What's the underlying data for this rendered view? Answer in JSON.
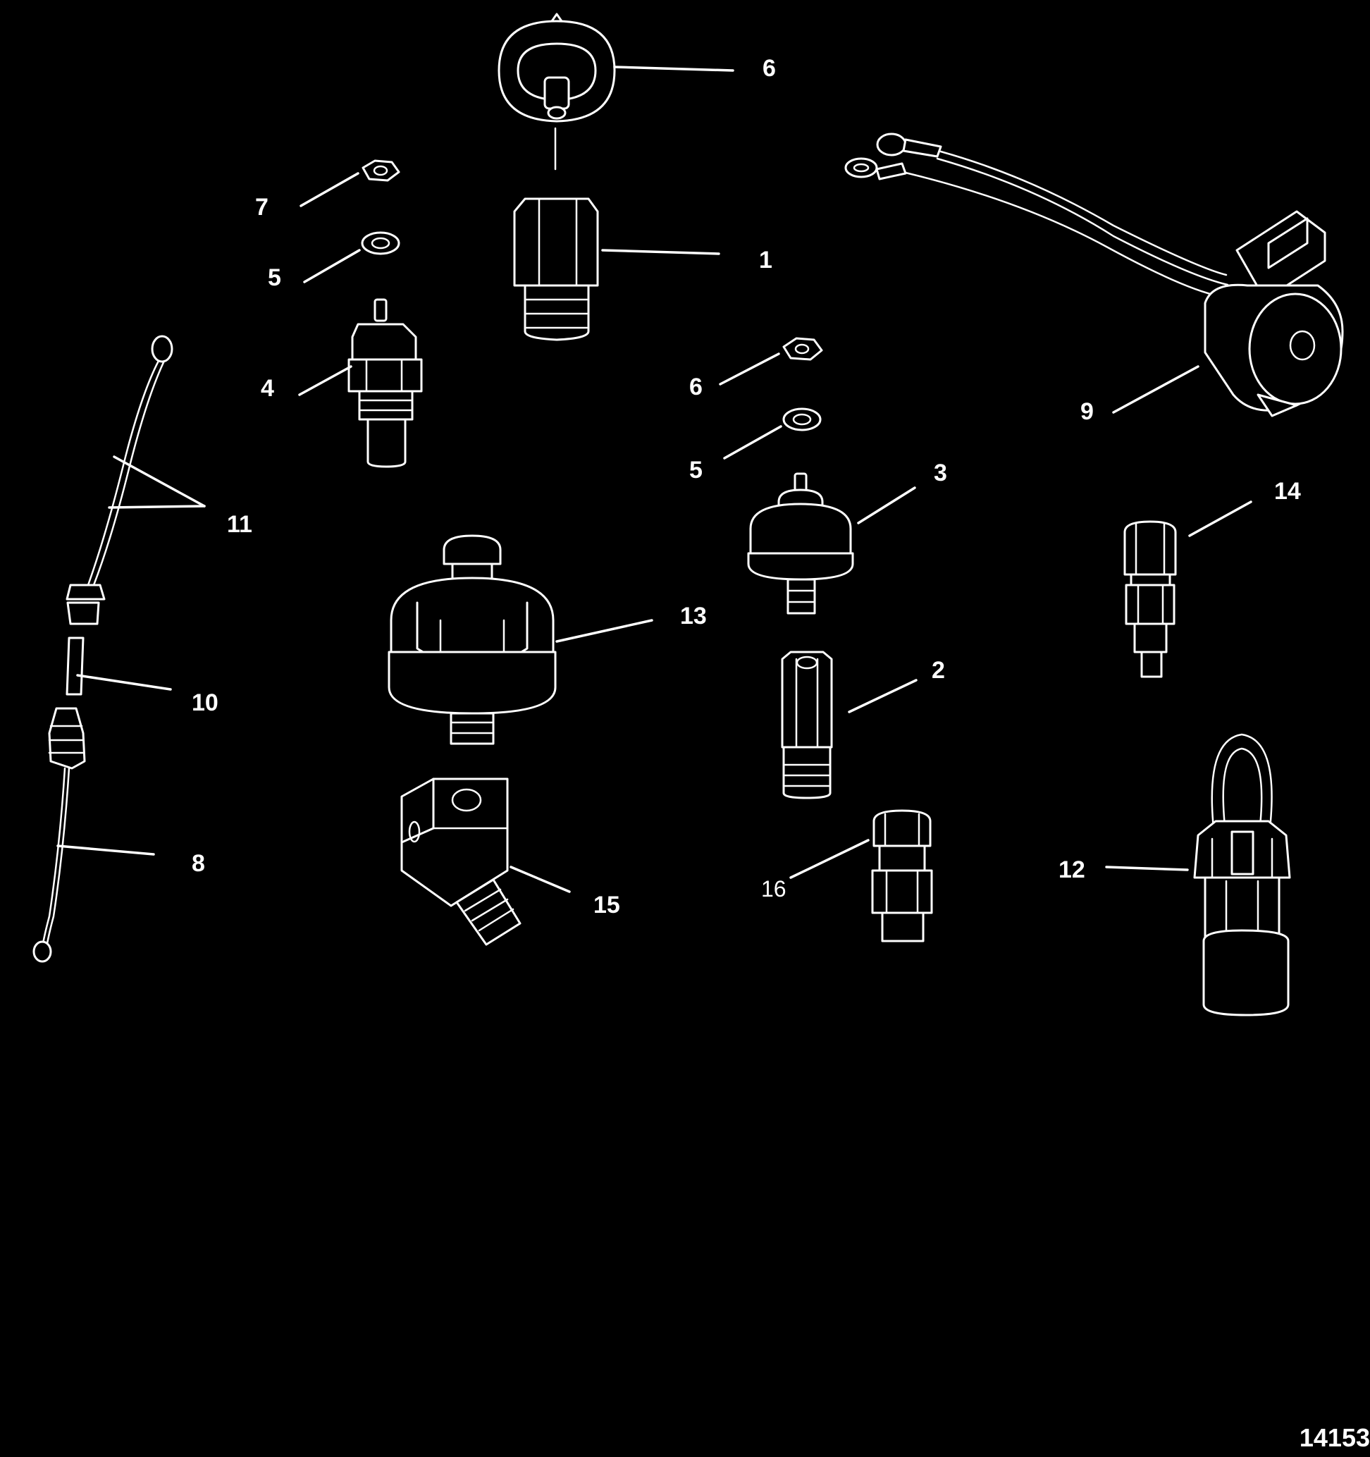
{
  "diagram": {
    "background": "#000000",
    "ink": "#ffffff",
    "figure_id": "14153",
    "callouts": [
      {
        "id": "c1",
        "label": "1"
      },
      {
        "id": "c2",
        "label": "2"
      },
      {
        "id": "c3",
        "label": "3"
      },
      {
        "id": "c4",
        "label": "4"
      },
      {
        "id": "c5a",
        "label": "5"
      },
      {
        "id": "c5b",
        "label": "5"
      },
      {
        "id": "c6a",
        "label": "6"
      },
      {
        "id": "c6b",
        "label": "6"
      },
      {
        "id": "c7",
        "label": "7"
      },
      {
        "id": "c8",
        "label": "8"
      },
      {
        "id": "c9",
        "label": "9"
      },
      {
        "id": "c10",
        "label": "10"
      },
      {
        "id": "c11",
        "label": "11"
      },
      {
        "id": "c12",
        "label": "12"
      },
      {
        "id": "c13",
        "label": "13"
      },
      {
        "id": "c14",
        "label": "14"
      },
      {
        "id": "c15",
        "label": "15"
      },
      {
        "id": "c16",
        "label": "16"
      }
    ]
  }
}
